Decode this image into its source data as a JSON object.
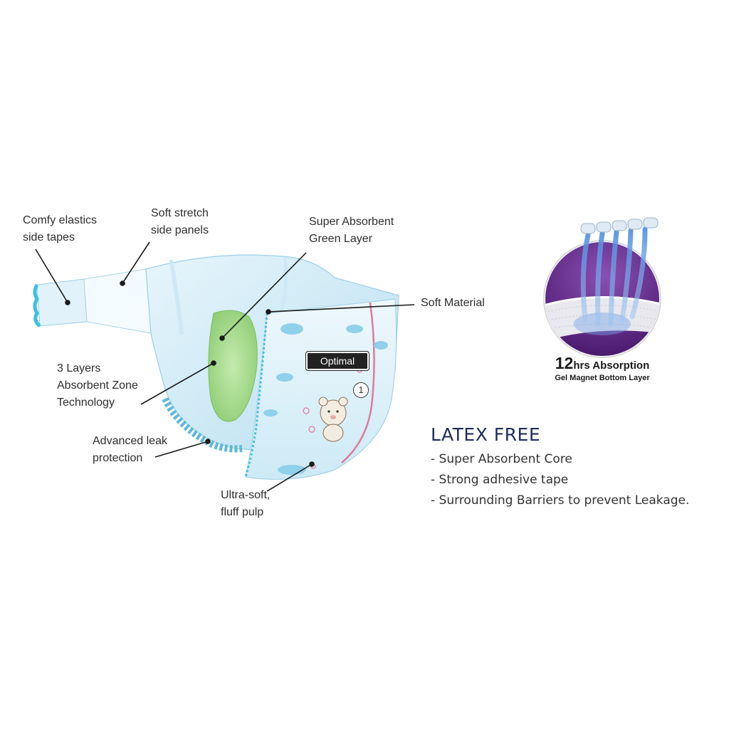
{
  "callouts": {
    "elastics": [
      "Comfy elastics",
      "side tapes"
    ],
    "stretch": [
      "Soft stretch",
      "side panels"
    ],
    "green": [
      "Super Absorbent",
      "Green Layer"
    ],
    "soft_material": [
      "Soft Material"
    ],
    "layers": [
      "3 Layers",
      "Absorbent Zone",
      "Technology"
    ],
    "leak": [
      "Advanced leak",
      "protection"
    ],
    "pulp": [
      "Ultra-soft,",
      "fluff pulp"
    ]
  },
  "product": {
    "brand": "Optimal",
    "size_mark": "1"
  },
  "absorption": {
    "number": "12",
    "unit_text": "hrs Absorption",
    "subtitle": "Gel Magnet Bottom Layer"
  },
  "features": {
    "title": "LATEX FREE",
    "items": [
      "- Super Absorbent Core",
      "- Strong adhesive tape",
      "- Surrounding Barriers to prevent Leakage."
    ]
  },
  "colors": {
    "diaper_blue": "#bfe3f2",
    "tape_cyan": "#3ec0e0",
    "green_layer": "#a6d98d",
    "purple": "#6a2f8f",
    "navy_text": "#1f2d5a",
    "pink_trim": "#e07a9a"
  }
}
